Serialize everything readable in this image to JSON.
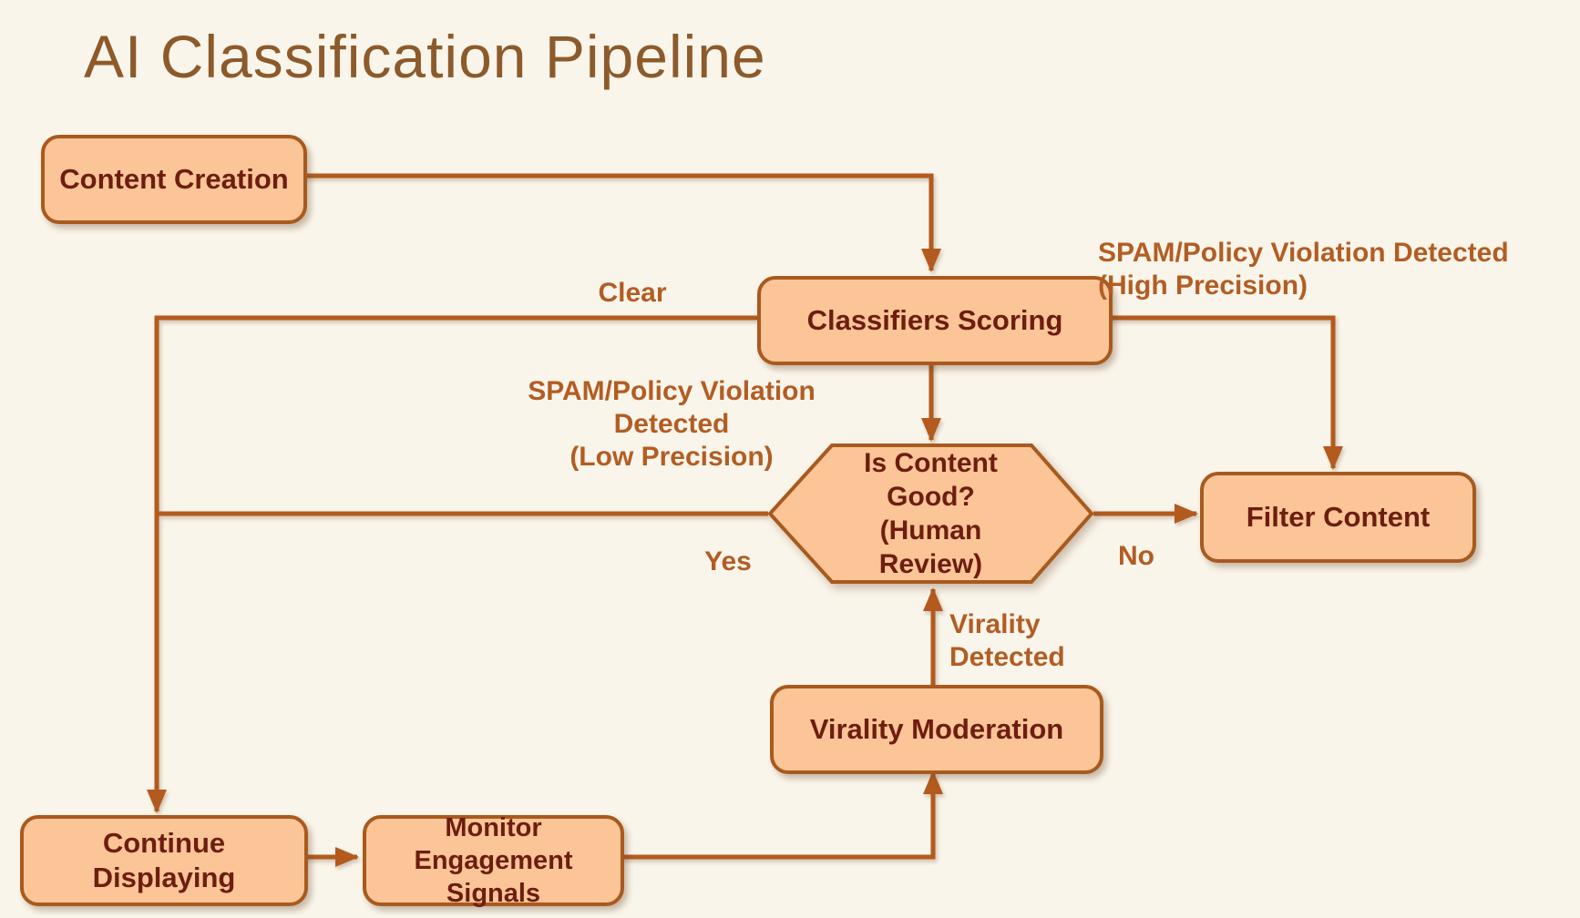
{
  "title": "AI Classification Pipeline",
  "colors": {
    "background": "#faf5ea",
    "node_fill": "#fbc597",
    "node_border": "#a85a1e",
    "node_text": "#6e1d10",
    "edge_line": "#b35a1e",
    "edge_label_text": "#b25d24",
    "title_text": "#8c5a2b"
  },
  "nodes": {
    "content_creation": {
      "label": "Content Creation",
      "shape": "rounded-rect"
    },
    "classifiers_scoring": {
      "label": "Classifiers Scoring",
      "shape": "rounded-rect"
    },
    "is_content_good": {
      "label": "Is Content\nGood?\n(Human\nReview)",
      "shape": "hexagon"
    },
    "filter_content": {
      "label": "Filter Content",
      "shape": "rounded-rect"
    },
    "virality_moderation": {
      "label": "Virality Moderation",
      "shape": "rounded-rect"
    },
    "continue_displaying": {
      "label": "Continue\nDisplaying",
      "shape": "rounded-rect"
    },
    "monitor_engagement": {
      "label": "Monitor Engagement\nSignals",
      "shape": "rounded-rect"
    }
  },
  "edge_labels": {
    "clear": "Clear",
    "low_precision": "SPAM/Policy Violation\nDetected\n(Low Precision)",
    "high_precision": "SPAM/Policy Violation Detected\n(High Precision)",
    "yes": "Yes",
    "no": "No",
    "virality_detected": "Virality\nDetected"
  },
  "edges": [
    {
      "from": "content_creation",
      "to": "classifiers_scoring",
      "label": ""
    },
    {
      "from": "classifiers_scoring",
      "to": "continue_displaying",
      "label": "Clear"
    },
    {
      "from": "classifiers_scoring",
      "to": "is_content_good",
      "label": "SPAM/Policy Violation Detected (Low Precision)"
    },
    {
      "from": "classifiers_scoring",
      "to": "filter_content",
      "label": "SPAM/Policy Violation Detected (High Precision)"
    },
    {
      "from": "is_content_good",
      "to": "continue_displaying",
      "label": "Yes"
    },
    {
      "from": "is_content_good",
      "to": "filter_content",
      "label": "No"
    },
    {
      "from": "virality_moderation",
      "to": "is_content_good",
      "label": "Virality Detected"
    },
    {
      "from": "continue_displaying",
      "to": "monitor_engagement",
      "label": ""
    },
    {
      "from": "monitor_engagement",
      "to": "virality_moderation",
      "label": ""
    }
  ]
}
